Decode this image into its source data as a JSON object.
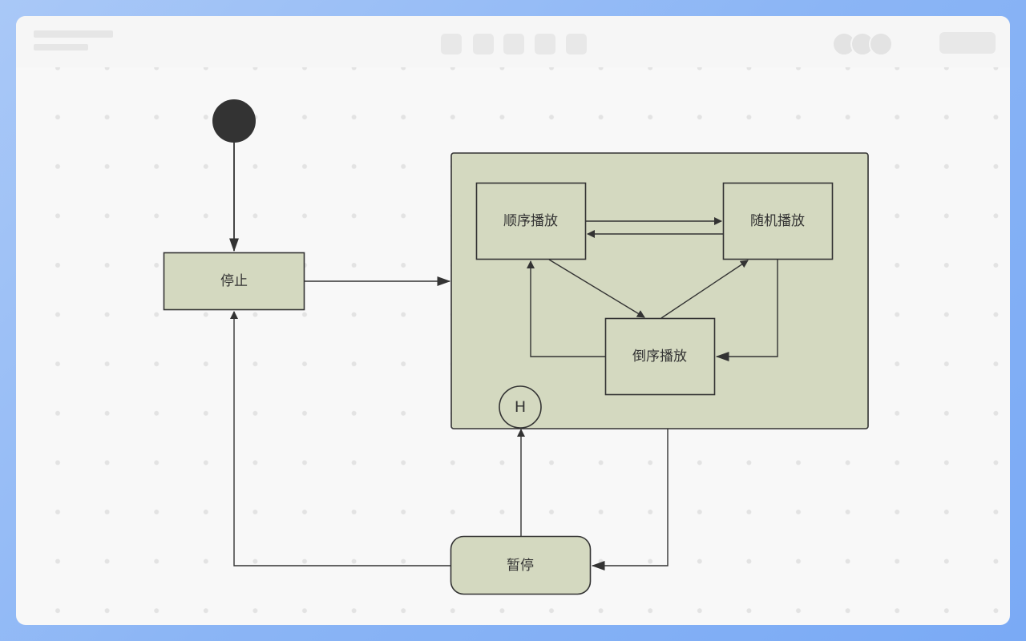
{
  "diagram": {
    "states": {
      "stop": "停止",
      "sequential": "顺序播放",
      "random": "随机播放",
      "reverse": "倒序播放",
      "pause": "暂停",
      "history": "H"
    }
  },
  "colors": {
    "state_fill": "#d4d9c0",
    "composite_fill": "#d4d9c0",
    "stroke": "#333333",
    "initial_node": "#333333",
    "canvas_bg": "#f8f8f8",
    "frame_gradient": "#8bb5f5"
  }
}
